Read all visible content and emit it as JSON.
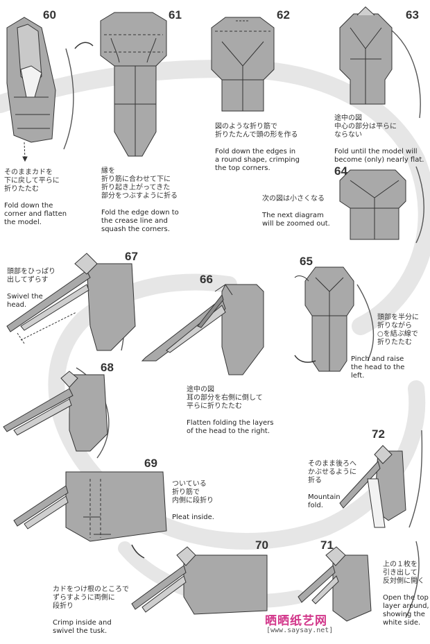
{
  "colors": {
    "paper": "#a9a9a9",
    "paper_light": "#cfcfcf",
    "paper_dark": "#8c8c8c",
    "band": "#e4e4e4",
    "line": "#333333",
    "watermark": "#d2368a"
  },
  "steps": [
    {
      "id": "60",
      "num": "60",
      "ja": "そのままカドを\n下に戻して平らに\n折りたたむ",
      "en": "Fold down the\ncorner and flatten\nthe model."
    },
    {
      "id": "61",
      "num": "61",
      "ja": "縁を\n折り筋に合わせて下に\n折り起き上がってきた\n部分をつぶすように折る",
      "en": "Fold the edge down to\nthe crease line and\nsquash the corners."
    },
    {
      "id": "62",
      "num": "62",
      "ja": "図のような折り筋で\n折りたたんで頭の形を作る",
      "en": "Fold down the edges in\na round shape, crimping\nthe top corners."
    },
    {
      "id": "63",
      "num": "63",
      "ja": "途中の図\n中心の部分は平らに\nならない",
      "en": "Fold until the model will\nbecome (only) nearly flat."
    },
    {
      "id": "64",
      "num": "64",
      "ja": "次の図は小さくなる",
      "en": "The next diagram\nwill be zoomed out."
    },
    {
      "id": "65",
      "num": "65",
      "ja": "頭部を半分に\n折りながら\n○を結ぶ線で\n折りたたむ",
      "en": "Pinch and raise\nthe head to the\nleft."
    },
    {
      "id": "66",
      "num": "66",
      "ja": "途中の図\n耳の部分を右側に倒して\n平らに折りたたむ",
      "en": "Flatten folding the layers\nof the head to the right."
    },
    {
      "id": "67",
      "num": "67",
      "ja": "頭部をひっぱり\n出してずらす",
      "en": "Swivel the\nhead."
    },
    {
      "id": "68",
      "num": "68",
      "ja": "",
      "en": ""
    },
    {
      "id": "69",
      "num": "69",
      "ja": "ついている\n折り筋で\n内側に段折り",
      "en": "Pleat inside."
    },
    {
      "id": "70",
      "num": "70",
      "ja": "カドをつけ根のところで\nずらすように両側に\n段折り",
      "en": "Crimp inside and\nswivel the tusk."
    },
    {
      "id": "71",
      "num": "71",
      "ja": "上の１枚を\n引き出して\n反対側に開く",
      "en": "Open the top\nlayer around,\nshowing the\nwhite side."
    },
    {
      "id": "72",
      "num": "72",
      "ja": "そのまま後ろへ\nかぶせるように\n折る",
      "en": "Mountain\nfold."
    }
  ],
  "watermark": {
    "logo": "晒晒纸艺网",
    "url": "[www.saysay.net]"
  }
}
